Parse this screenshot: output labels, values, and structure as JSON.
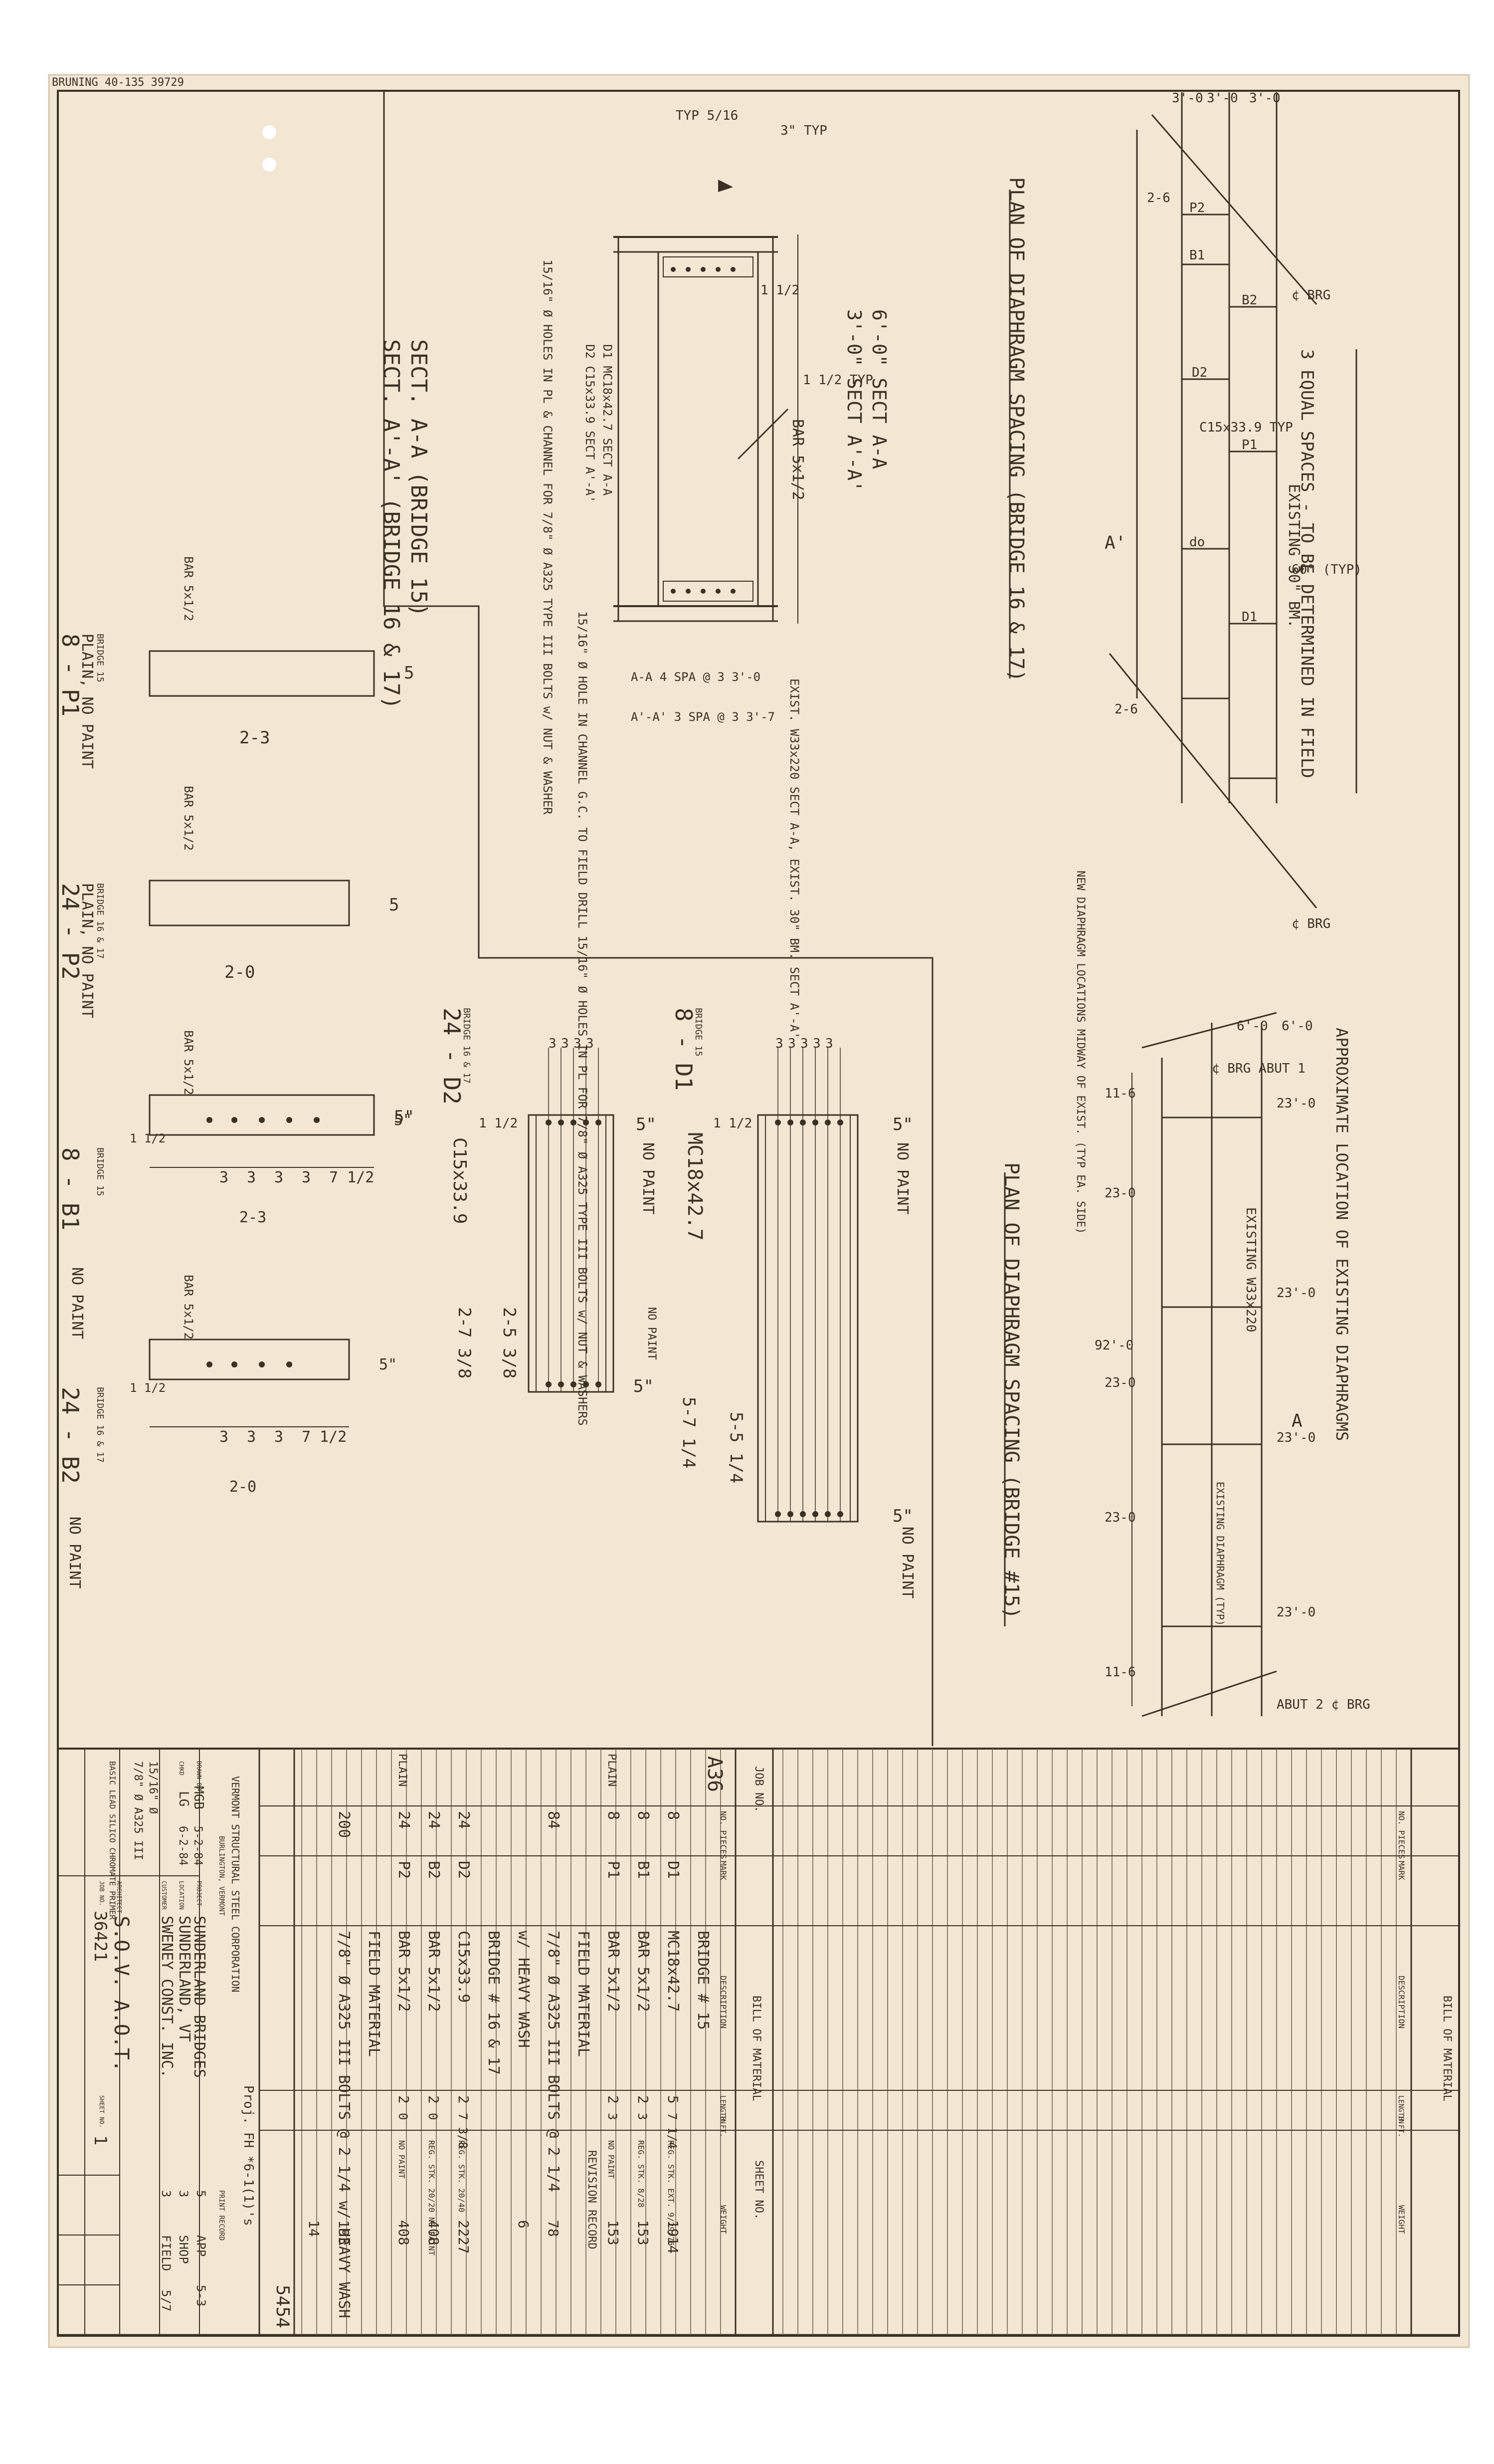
{
  "stamp": "BRUNING 40-135 39729",
  "colors": {
    "paper": "#f3e6d3",
    "ink": "#3a3126",
    "grid": "#6b5a46"
  },
  "plan_bridge_16_17": {
    "title": "PLAN OF DIAPHRAGM SPACING (BRIDGE 16 & 17)",
    "top_dims": [
      "3'-0",
      "3'-0",
      "3'-0"
    ],
    "note": "3 EQUAL SPACES - TO BE DETERMINED IN FIELD",
    "beam_note": "EXISTING 30\" BM.",
    "brg_top": "¢ BRG",
    "brg_bottom": "¢ BRG",
    "angle": "60° (TYP)",
    "channel": "C15x33.9 TYP",
    "section_mark": "A'",
    "left_dim": "2-6",
    "top_left_dim": "2-6",
    "labels": [
      "B2",
      "P2",
      "D2",
      "B1",
      "P1",
      "D1",
      "do"
    ]
  },
  "plan_bridge_15": {
    "title": "PLAN OF DIAPHRAGM SPACING (BRIDGE #15)",
    "approx_note": "APPROXIMATE LOCATION OF EXISTING DIAPHRAGMS",
    "new_note": "NEW DIAPHRAGM LOCATIONS MIDWAY OF EXIST. (TYP EA. SIDE)",
    "top_dims": [
      "6'-0",
      "6'-0"
    ],
    "abut1": "¢ BRG ABUT 1",
    "abut2": "ABUT 2 ¢ BRG",
    "beam": "EXISTING W33x220",
    "existing_diaphragm": "EXISTING DIAPHRAGM (TYP)",
    "spans_right": [
      "23'-0",
      "23'-0",
      "23'-0",
      "23'-0"
    ],
    "spans_left": [
      "11-6",
      "23-0",
      "23-0",
      "23-0",
      "11-6"
    ],
    "total": "92'-0",
    "section_mark": "A"
  },
  "section": {
    "title_a": "SECT. A-A (BRIDGE 15)",
    "title_b": "SECT. A'-A' (BRIDGE 16 & 17)",
    "typ_weld": "TYP 5/16",
    "typ_top": "3\" TYP",
    "depth_a": "6'-0\" SECT A-A",
    "depth_b": "3'-0\" SECT A'-A'",
    "bar": "BAR 5x1/2",
    "member": "D1 MC18x42.7 SECT A-A",
    "member_b": "D2 C15x33.9 SECT A'-A'",
    "holes_note": "15/16\" Ø HOLES IN PL & CHANNEL FOR 7/8\" Ø A325 TYPE III BOLTS w/ NUT & WASHER",
    "field_note": "15/16\" Ø HOLE IN CHANNEL G.C. TO FIELD DRILL 15/16\" Ø HOLES IN PL FOR 7/8\" Ø A325 TYPE III BOLTS w/ NUT & WASHERS",
    "beam_note": "EXIST. W33x220 SECT A-A, EXIST. 30\" BM. SECT A'-A'",
    "dim_1": "1 1/2",
    "dim_2": "1 1/2 TYP",
    "spa_a": "A-A 4 SPA @ 3 3'-0",
    "spa_b": "A'-A' 3 SPA @ 3 3'-7"
  },
  "parts": [
    {
      "label": "8 - P1",
      "sub": "PLAIN, NO PAINT",
      "bridge": "BRIDGE 15",
      "bar": "BAR 5x1/2",
      "width": "5",
      "length": "2-3"
    },
    {
      "label": "24 - P2",
      "sub": "PLAIN, NO PAINT",
      "bridge": "BRIDGE 16 & 17",
      "bar": "BAR 5x1/2",
      "width": "5",
      "length": "2-0"
    },
    {
      "label": "8 - B1",
      "sub": "NO PAINT",
      "bridge": "BRIDGE 15",
      "bar": "BAR 5x1/2",
      "width": "5\"",
      "length": "2-3",
      "holes": [
        "3",
        "3",
        "3",
        "3",
        "7 1/2"
      ],
      "edge": "1 1/2"
    },
    {
      "label": "24 - B2",
      "sub": "NO PAINT",
      "bridge": "BRIDGE 16 & 17",
      "bar": "BAR 5x1/2",
      "width": "5\"",
      "length": "2-0",
      "holes": [
        "3",
        "3",
        "3",
        "7 1/2"
      ],
      "edge": "1 1/2"
    }
  ],
  "members": [
    {
      "label": "24 - D2",
      "bridge": "BRIDGE 16 & 17",
      "shape": "C15x33.9",
      "depth": "5\"",
      "paint": "NO PAINT",
      "len1": "2-7 3/8",
      "len2": "2-5 3/8",
      "spaces": [
        "3",
        "3",
        "3",
        "3"
      ],
      "edge": "1 1/2"
    },
    {
      "label": "8 - D1",
      "bridge": "BRIDGE 15",
      "shape": "MC18x42.7",
      "depth": "5\"",
      "paint": "NO PAINT",
      "len1": "5-7 1/4",
      "len2": "5-5 1/4",
      "spaces": [
        "3",
        "3",
        "3",
        "3",
        "3"
      ],
      "edge": "1 1/2"
    }
  ],
  "bom_left": {
    "title": "BILL OF MATERIAL",
    "job_no": "JOB NO.",
    "sheet_no": "SHEET NO.",
    "headers": [
      "NO. PIECES",
      "MARK",
      "DESCRIPTION",
      "LENGTH FT.",
      "IN.",
      "WEIGHT"
    ],
    "material": "A36",
    "rows": [
      {
        "grp": "",
        "no": "",
        "mark": "",
        "desc": "BRIDGE # 15",
        "ft": "",
        "in": "",
        "remark": "",
        "wt": ""
      },
      {
        "grp": "",
        "no": "8",
        "mark": "D1",
        "desc": "MC18x42.7",
        "ft": "5",
        "in": "7 1/4",
        "remark": "REG. STK. EXT. 9/29/76",
        "wt": "1914"
      },
      {
        "grp": "",
        "no": "8",
        "mark": "B1",
        "desc": "BAR 5x1/2",
        "ft": "2",
        "in": "3",
        "remark": "REG. STK. 8/28",
        "wt": "153"
      },
      {
        "grp": "PLAIN",
        "no": "8",
        "mark": "P1",
        "desc": "BAR 5x1/2",
        "ft": "2",
        "in": "3",
        "remark": "NO PAINT",
        "wt": "153"
      },
      {
        "grp": "",
        "no": "",
        "mark": "",
        "desc": "FIELD MATERIAL",
        "ft": "",
        "in": "",
        "remark": "",
        "wt": ""
      },
      {
        "grp": "",
        "no": "84",
        "mark": "",
        "desc": "7/8\" Ø A325 III BOLTS @ 2 1/4",
        "ft": "",
        "in": "",
        "remark": "",
        "wt": "78"
      },
      {
        "grp": "",
        "no": "",
        "mark": "",
        "desc": "w/ HEAVY WASH",
        "ft": "",
        "in": "",
        "remark": "",
        "wt": "6"
      },
      {
        "grp": "",
        "no": "",
        "mark": "",
        "desc": "BRIDGE # 16 & 17",
        "ft": "",
        "in": "",
        "remark": "",
        "wt": ""
      },
      {
        "grp": "",
        "no": "24",
        "mark": "D2",
        "desc": "C15x33.9",
        "ft": "2",
        "in": "7 3/8",
        "remark": "REG. STK. 20/40",
        "wt": "2227"
      },
      {
        "grp": "",
        "no": "24",
        "mark": "B2",
        "desc": "BAR 5x1/2",
        "ft": "2",
        "in": "0",
        "remark": "REG. STK. 20/20 NO PAINT",
        "wt": "408"
      },
      {
        "grp": "PLAIN",
        "no": "24",
        "mark": "P2",
        "desc": "BAR 5x1/2",
        "ft": "2",
        "in": "0",
        "remark": "NO PAINT",
        "wt": "408"
      },
      {
        "grp": "",
        "no": "",
        "mark": "",
        "desc": "FIELD MATERIAL",
        "ft": "",
        "in": "",
        "remark": "",
        "wt": ""
      },
      {
        "grp": "",
        "no": "200",
        "mark": "",
        "desc": "7/8\" Ø A325 III BOLTS @ 2 1/4 w/ HEAVY WASH",
        "ft": "",
        "in": "",
        "remark": "",
        "wt": "193"
      },
      {
        "grp": "",
        "no": "",
        "mark": "",
        "desc": "",
        "ft": "",
        "in": "",
        "remark": "",
        "wt": "14"
      }
    ],
    "total": "5454",
    "revision": "REVISION RECORD"
  },
  "bom_right": {
    "title": "BILL OF MATERIAL",
    "headers": [
      "NO. PIECES",
      "MARK",
      "DESCRIPTION",
      "LENGTH FT.",
      "IN.",
      "WEIGHT"
    ]
  },
  "title_block": {
    "drawn_label": "DRAWN BY",
    "drawn": "MGB",
    "drawn_date": "5-2-84",
    "checked_label": "CHKD",
    "checked": "LG",
    "checked_date": "6-2-84",
    "company": "VERMONT STRUCTURAL STEEL CORPORATION",
    "city": "BURLINGTON, VERMONT",
    "project_label": "PROJECT",
    "project": "SUNDERLAND BRIDGES",
    "location_label": "LOCATION",
    "location": "SUNDERLAND, VT",
    "customer_label": "CUSTOMER",
    "customer": "SWENEY CONST. INC.",
    "architect_label": "ARCHITECT",
    "architect": "S.O.V. A.O.T.",
    "job_label": "JOB NO.",
    "job_no": "36421",
    "sheet_label": "SHEET NO.",
    "sheet_no": "1",
    "proj_no": "Proj. FH *6-1(1)'s",
    "holes": "15/16\" Ø",
    "bolts": "7/8\" Ø A325 III",
    "paint": "BASIC LEAD SILICO CHROMATE PRIMER",
    "print_record": "PRINT RECORD",
    "prints": [
      {
        "no": "5",
        "to": "APP",
        "date": "5-3"
      },
      {
        "no": "3",
        "to": "SHOP",
        "date": ""
      },
      {
        "no": "3",
        "to": "FIELD",
        "date": "5/7"
      }
    ]
  }
}
